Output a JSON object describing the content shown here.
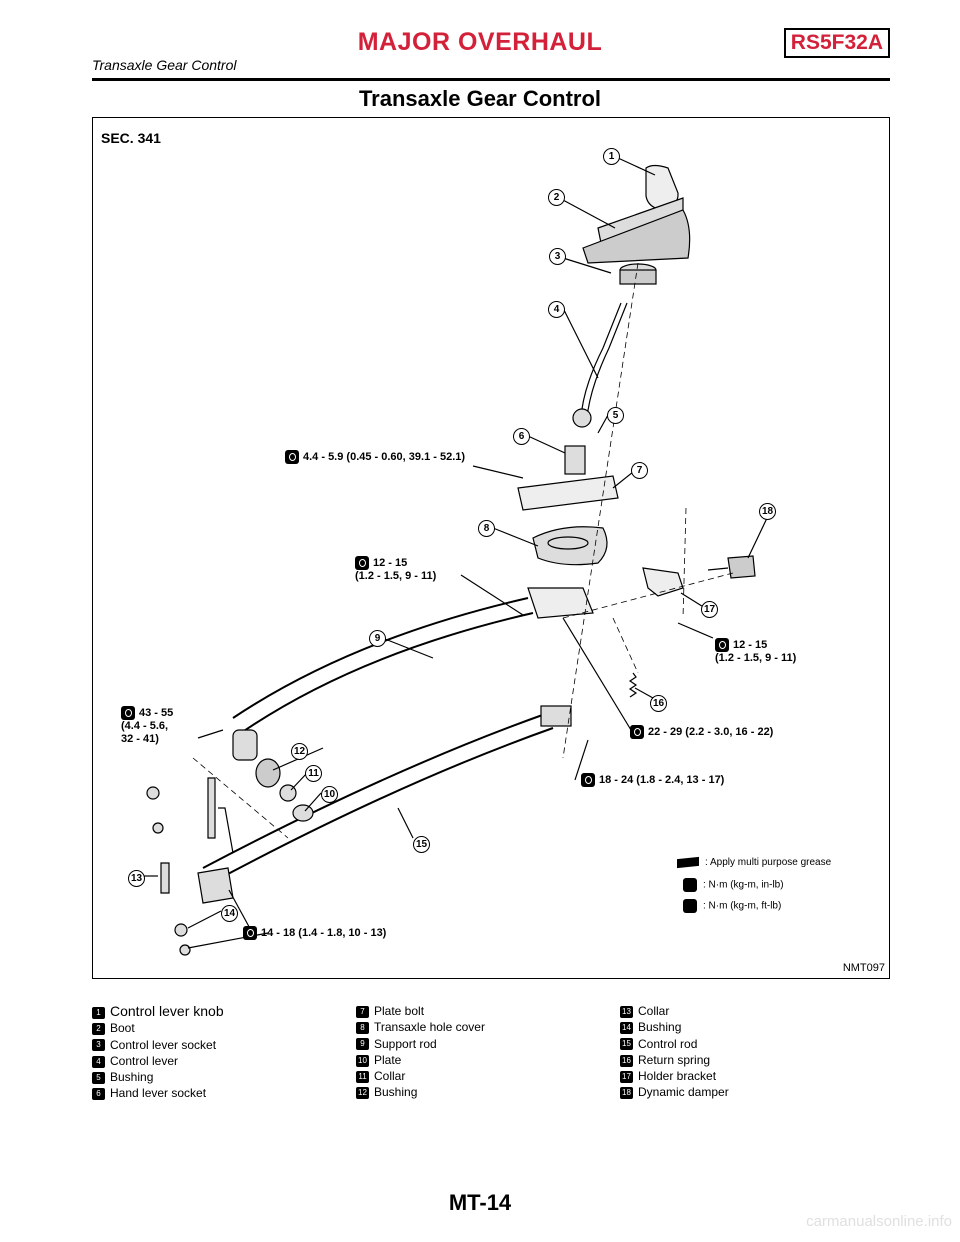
{
  "header": {
    "title": "MAJOR OVERHAUL",
    "code": "RS5F32A",
    "subtitle": "Transaxle Gear Control"
  },
  "page_title": "Transaxle Gear Control",
  "figure": {
    "section": "SEC. 341",
    "figure_id": "NMT097",
    "torques": {
      "t1": "4.4 - 5.9 (0.45 - 0.60, 39.1 - 52.1)",
      "t2": "12 - 15\n(1.2 - 1.5, 9 - 11)",
      "t3": "12 - 15\n(1.2 - 1.5, 9 - 11)",
      "t4": "22 - 29 (2.2 - 3.0, 16 - 22)",
      "t5": "43 - 55\n(4.4 - 5.6,\n32 - 41)",
      "t6": "18 - 24 (1.8 - 2.4, 13 - 17)",
      "t7": "14 - 18 (1.4 - 1.8, 10 - 13)"
    },
    "legend": [
      {
        "icon": "grease-icon",
        "text": ": Apply multi purpose grease"
      },
      {
        "icon": "torque-inlb-icon",
        "text": ": N·m (kg-m, in-lb)"
      },
      {
        "icon": "torque-ftlb-icon",
        "text": ": N·m (kg-m, ft-lb)"
      }
    ],
    "callouts": [
      "1",
      "2",
      "3",
      "4",
      "5",
      "6",
      "7",
      "8",
      "9",
      "10",
      "11",
      "12",
      "13",
      "14",
      "15",
      "16",
      "17",
      "18"
    ]
  },
  "parts": {
    "col1": [
      {
        "n": "1",
        "label": "Control lever knob"
      },
      {
        "n": "2",
        "label": "Boot"
      },
      {
        "n": "3",
        "label": "Control lever socket"
      },
      {
        "n": "4",
        "label": "Control lever"
      },
      {
        "n": "5",
        "label": "Bushing"
      },
      {
        "n": "6",
        "label": "Hand lever socket"
      }
    ],
    "col2": [
      {
        "n": "7",
        "label": "Plate bolt"
      },
      {
        "n": "8",
        "label": "Transaxle hole cover"
      },
      {
        "n": "9",
        "label": "Support rod"
      },
      {
        "n": "10",
        "label": "Plate"
      },
      {
        "n": "11",
        "label": "Collar"
      },
      {
        "n": "12",
        "label": "Bushing"
      }
    ],
    "col3": [
      {
        "n": "13",
        "label": "Collar"
      },
      {
        "n": "14",
        "label": "Bushing"
      },
      {
        "n": "15",
        "label": "Control rod"
      },
      {
        "n": "16",
        "label": "Return spring"
      },
      {
        "n": "17",
        "label": "Holder bracket"
      },
      {
        "n": "18",
        "label": "Dynamic damper"
      }
    ]
  },
  "footer": "MT-14",
  "watermark": "carmanualsonline.info"
}
